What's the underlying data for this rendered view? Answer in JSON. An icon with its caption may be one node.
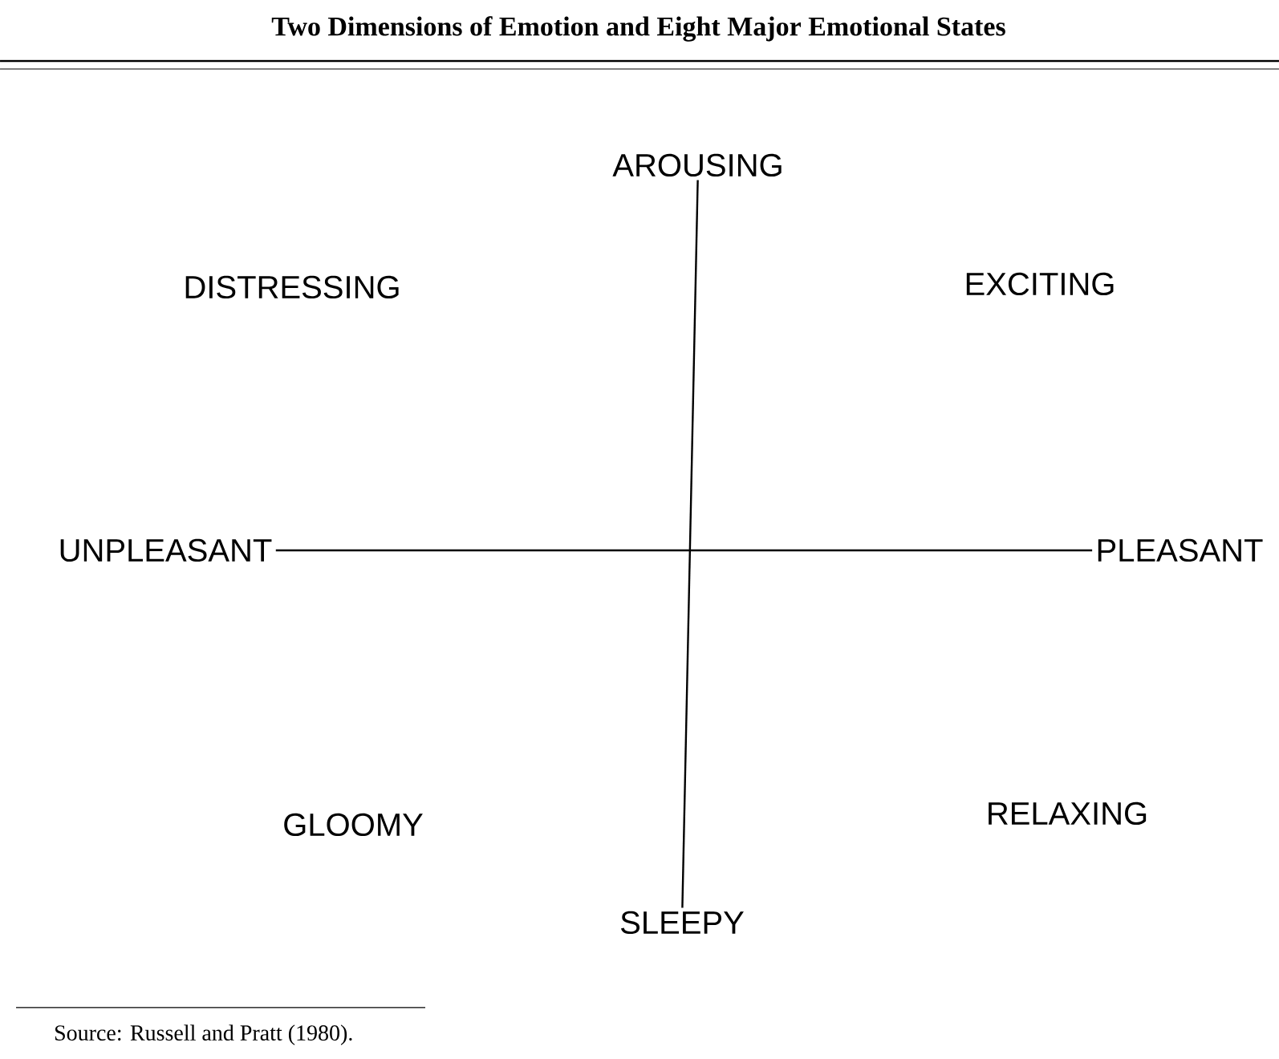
{
  "diagram": {
    "title": "Two Dimensions of Emotion and Eight Major Emotional States",
    "caption": "Source: Russell and Pratt (1980).",
    "nodes": [
      {
        "text": [
          "AROUSING"
        ]
      },
      {
        "text": [
          "UNPLEASANT"
        ]
      },
      {
        "text": [
          "PLEASANT"
        ]
      },
      {
        "text": [
          "SLEEPY"
        ]
      }
    ],
    "edges": [
      {
        "from": 0,
        "to": 3,
        "arrow": "none"
      },
      {
        "from": 1,
        "to": 2,
        "arrow": "none"
      }
    ],
    "labels": [
      "DISTRESSING",
      "EXCITING",
      "GLOOMY",
      "RELAXING"
    ]
  }
}
